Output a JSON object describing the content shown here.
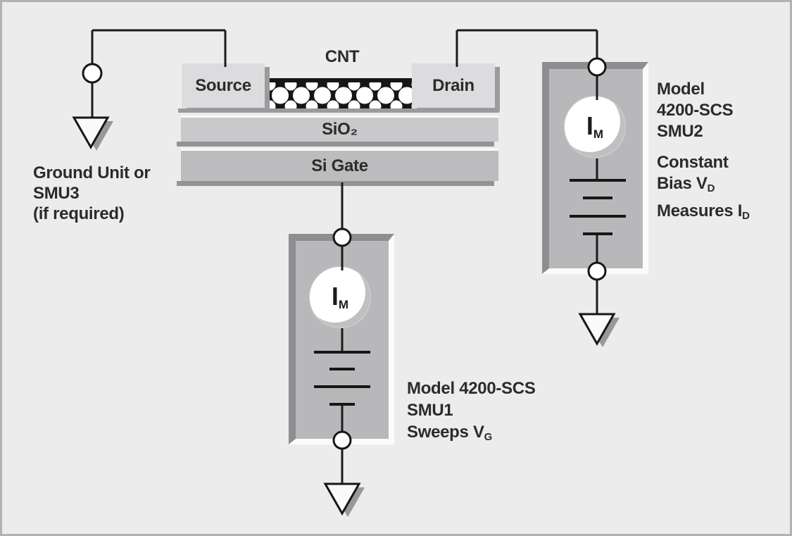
{
  "device": {
    "cnt_label": "CNT",
    "source_label": "Source",
    "drain_label": "Drain",
    "oxide_label": "SiO₂",
    "gate_label": "Si Gate"
  },
  "ground_note": {
    "line1": "Ground Unit or",
    "line2": "SMU3",
    "line3": "(if required)"
  },
  "smu1": {
    "meter_base": "I",
    "meter_sub": "M",
    "caption": {
      "line1": "Model 4200-SCS",
      "line2": "SMU1",
      "line3_base": "Sweeps V",
      "line3_sub": "G"
    }
  },
  "smu2": {
    "meter_base": "I",
    "meter_sub": "M",
    "caption": {
      "line1": "Model",
      "line2": "4200-SCS",
      "line3": "SMU2"
    },
    "function": {
      "line1": "Constant",
      "line2_base": "Bias V",
      "line2_sub": "D"
    },
    "measure": {
      "base": "Measures I",
      "sub": "D"
    }
  },
  "colors": {
    "background": "#ececec",
    "frame": "#b2b2b5",
    "contact_fill": "#dcdcde",
    "oxide_fill": "#c9c9cb",
    "gate_fill": "#bcbcbe",
    "smu_fill": "#b8b8ba",
    "smu_border_dark": "#8e8e90",
    "smu_border_light": "#fbfbfb",
    "shadow": "#9b9b9d",
    "wire": "#1c1c1c",
    "text": "#2b2b2b"
  }
}
